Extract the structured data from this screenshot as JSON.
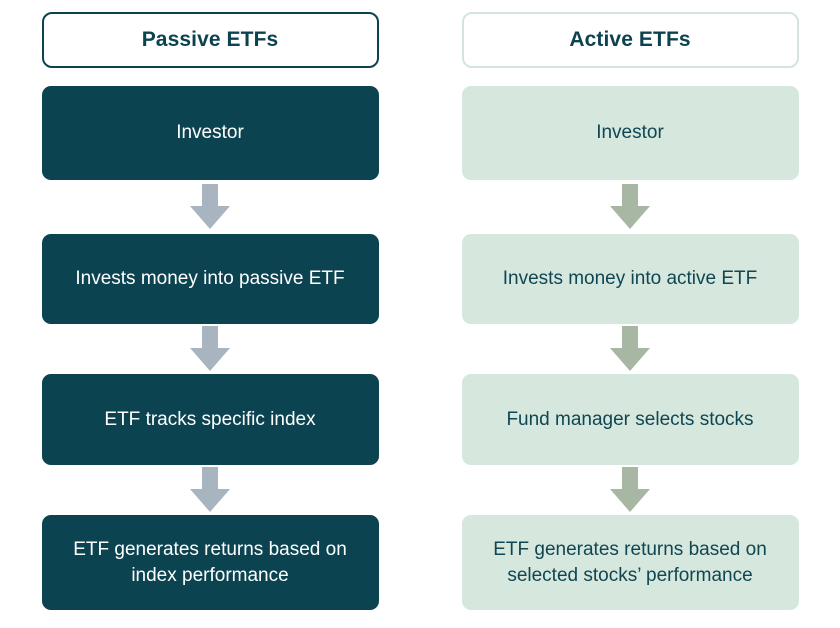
{
  "diagram": {
    "title_visible": false,
    "columns": [
      {
        "id": "passive",
        "header": "Passive ETFs",
        "colors": {
          "box_fill": "#0c4350",
          "box_text": "#ffffff",
          "header_border": "#0c4350",
          "header_text": "#0c4350",
          "arrow_fill": "#a8b4c0"
        },
        "steps": [
          {
            "label": "Investor"
          },
          {
            "label": "Invests money into passive ETF"
          },
          {
            "label": "ETF tracks specific index"
          },
          {
            "label": "ETF generates returns based on index performance"
          }
        ],
        "arrow_icons": [
          "down-arrow-icon",
          "down-arrow-icon",
          "down-arrow-icon"
        ]
      },
      {
        "id": "active",
        "header": "Active ETFs",
        "colors": {
          "box_fill": "#d6e7dd",
          "box_text": "#104653",
          "header_border": "#d3e6dc",
          "header_text": "#0c4350",
          "arrow_fill": "#a8b6a4"
        },
        "steps": [
          {
            "label": "Investor"
          },
          {
            "label": "Invests money into active ETF"
          },
          {
            "label": "Fund manager selects stocks"
          },
          {
            "label": "ETF generates returns based on selected stocks’ performance"
          }
        ],
        "arrow_icons": [
          "down-arrow-icon",
          "down-arrow-icon",
          "down-arrow-icon"
        ]
      }
    ]
  }
}
